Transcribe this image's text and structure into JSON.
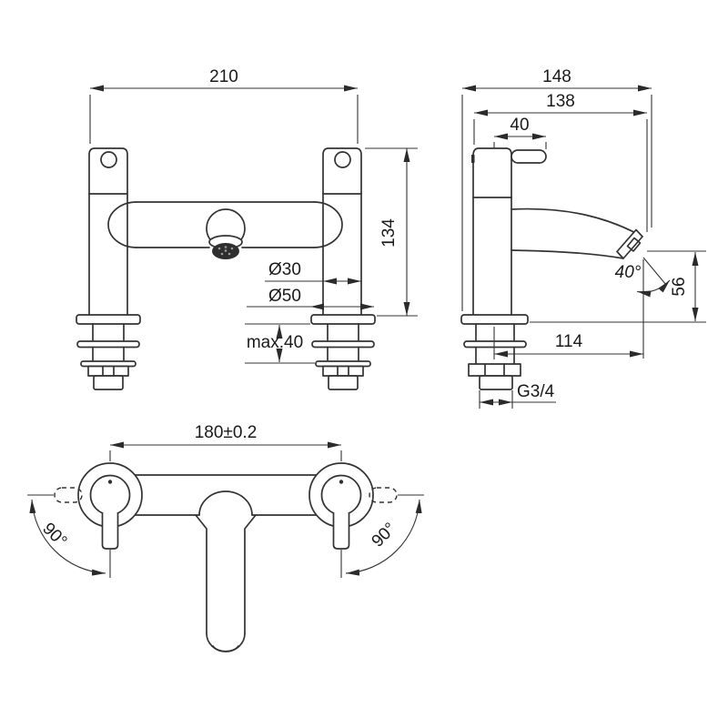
{
  "colors": {
    "line": "#333333",
    "background": "#ffffff"
  },
  "front_view": {
    "overall_width": "210",
    "height_to_deck": "134",
    "body_diameter": "Ø30",
    "flange_diameter": "Ø50",
    "max_deck_thickness": "max.40"
  },
  "side_view": {
    "overall_depth": "148",
    "depth_to_spout_tip": "138",
    "lever_length": "40",
    "outlet_angle": "40°",
    "outlet_height": "56",
    "spout_reach": "114",
    "connection_thread": "G3/4"
  },
  "plan_view": {
    "hole_centres": "180±0.2",
    "lever_swing_left": "90°",
    "lever_swing_right": "90°"
  }
}
